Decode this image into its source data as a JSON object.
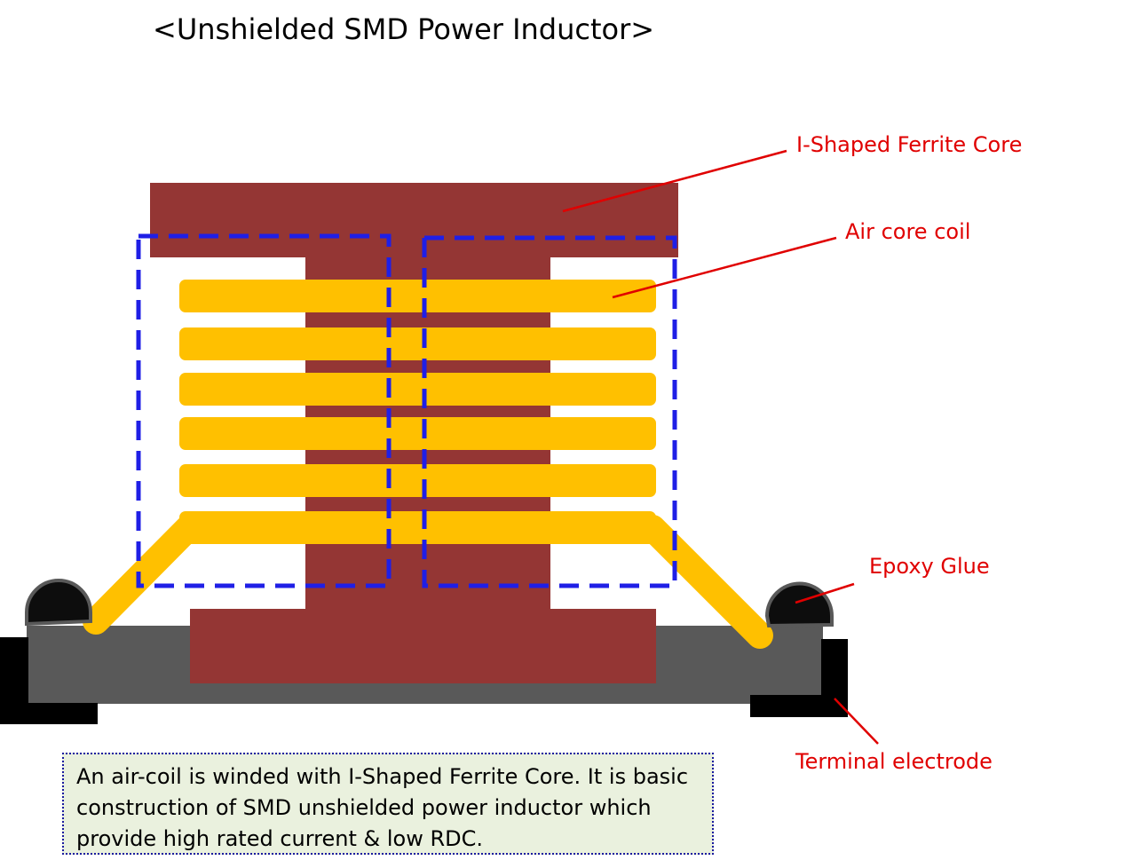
{
  "title": "<Unshielded SMD Power Inductor>",
  "labels": {
    "core": "I-Shaped Ferrite Core",
    "coil": "Air core coil",
    "epoxy": "Epoxy Glue",
    "terminal": "Terminal electrode"
  },
  "description": "An air-coil is winded with I-Shaped Ferrite Core. It is basic construction of SMD unshielded power inductor which provide high rated current & low RDC.",
  "colors": {
    "ferrite_core": "#943634",
    "coil": "#ffc000",
    "base": "#595959",
    "terminal": "#000000",
    "epoxy": "#0d0d0d",
    "flux_boundary": "#1f1fe6",
    "callout": "#e00000",
    "note_background": "#eaf1de",
    "note_border": "#1a1aa0"
  }
}
